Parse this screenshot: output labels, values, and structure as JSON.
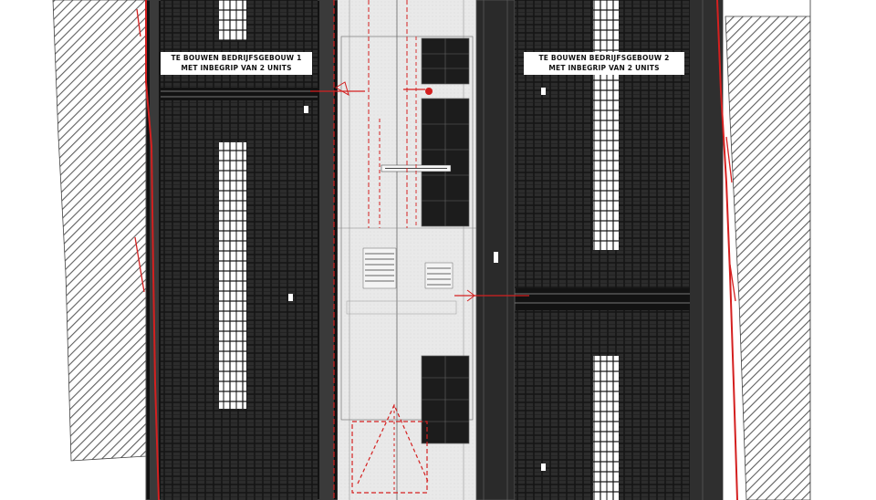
{
  "labels": {
    "building_1_line1": "TE BOUWEN BEDRIJFSGEBOUW 1",
    "building_1_line2": "MET INBEGRIP VAN 2 UNITS",
    "building_2_line1": "TE BOUWEN BEDRIJFSGEBOUW 2",
    "building_2_line2": "MET INBEGRIP VAN 2 UNITS"
  },
  "colors": {
    "roof_dark": "#151515",
    "roof_panel": "#2b2b2b",
    "outline": "#4a4a4a",
    "annotation_red": "#d42020",
    "hatch": "#6a6a6a",
    "courtyard": "#e6e6e6",
    "parking": "#1e1e1e"
  }
}
